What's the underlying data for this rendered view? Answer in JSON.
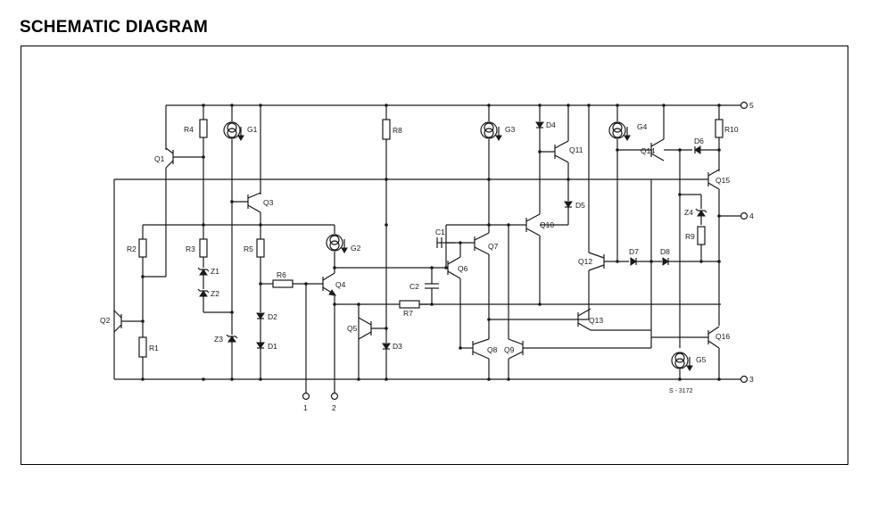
{
  "title": "SCHEMATIC DIAGRAM",
  "drawing_code": "S - 3172",
  "terminals": {
    "t1": "1",
    "t2": "2",
    "t3": "3",
    "t4": "4",
    "t5": "5"
  },
  "labels": {
    "Q1": "Q1",
    "Q2": "Q2",
    "Q3": "Q3",
    "Q4": "Q4",
    "Q5": "Q5",
    "Q6": "Q6",
    "Q7": "Q7",
    "Q8": "Q8",
    "Q9": "Q9",
    "Q10": "Q10",
    "Q11": "Q11",
    "Q12": "Q12",
    "Q13": "Q13",
    "Q14": "Q14",
    "Q15": "Q15",
    "Q16": "Q16",
    "R1": "R1",
    "R2": "R2",
    "R3": "R3",
    "R4": "R4",
    "R5": "R5",
    "R6": "R6",
    "R7": "R7",
    "R8": "R8",
    "R9": "R9",
    "R10": "R10",
    "G1": "G1",
    "G2": "G2",
    "G3": "G3",
    "G4": "G4",
    "G5": "G5",
    "D1": "D1",
    "D2": "D2",
    "D3": "D3",
    "D4": "D4",
    "D5": "D5",
    "D6": "D6",
    "D7": "D7",
    "D8": "D8",
    "Z1": "Z1",
    "Z2": "Z2",
    "Z3": "Z3",
    "Z4": "Z4",
    "C1": "C1",
    "C2": "C2"
  }
}
